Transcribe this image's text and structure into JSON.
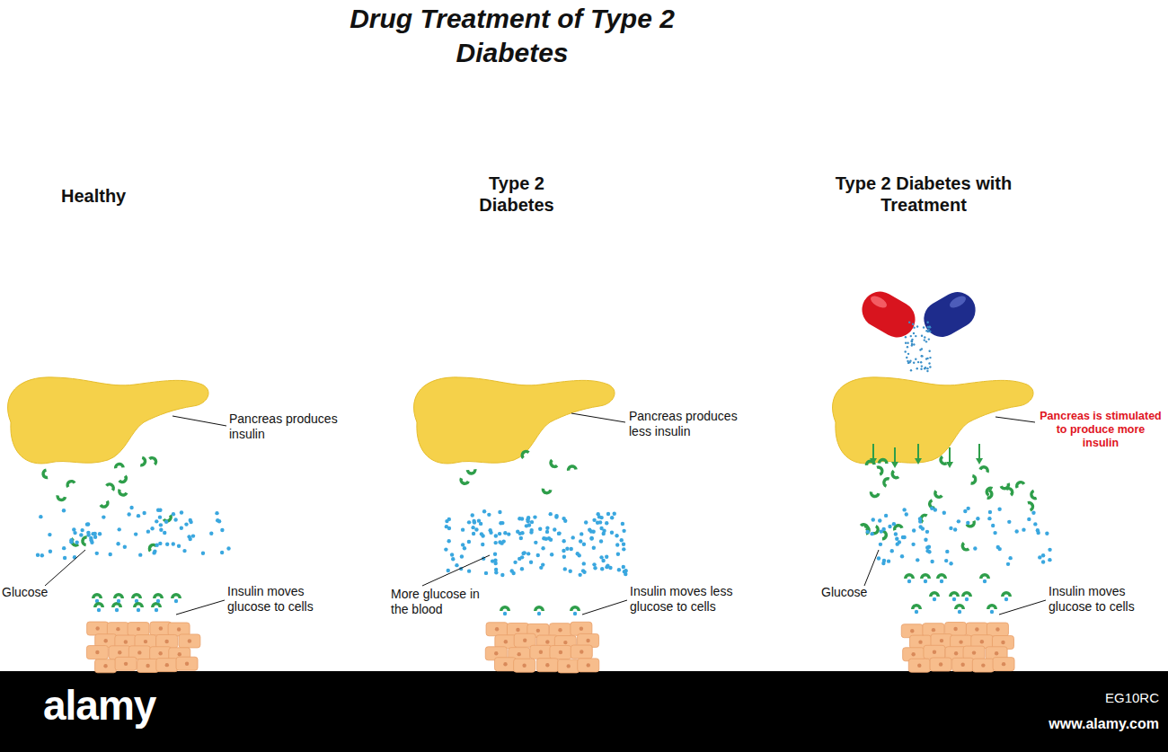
{
  "diagram": {
    "title": "Drug Treatment of Type 2 Diabetes",
    "labels": [
      "Healthy",
      "Type 2 Diabetes",
      "Type 2 Diabetes with Treatment",
      "Pancreas produces insulin",
      "Glucose",
      "Insulin moves glucose to cells",
      "Pancreas produces less insulin",
      "More glucose in the blood",
      "Insulin moves less glucose to cells",
      "Pancreas is stimulated to produce more insulin",
      "Glucose",
      "Insulin moves glucose to cells",
      "alamy",
      "EG10RC",
      "www.alamy.com"
    ]
  }
}
